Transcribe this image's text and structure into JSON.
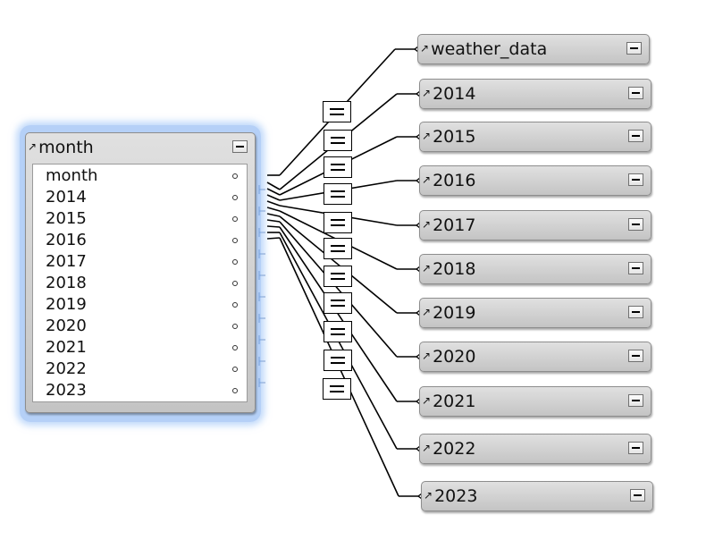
{
  "source_table": {
    "name": "month",
    "fields": [
      "month",
      "2014",
      "2015",
      "2016",
      "2017",
      "2018",
      "2019",
      "2020",
      "2021",
      "2022",
      "2023"
    ]
  },
  "related_tables": [
    "weather_data",
    "2014",
    "2015",
    "2016",
    "2017",
    "2018",
    "2019",
    "2020",
    "2021",
    "2022",
    "2023"
  ],
  "relationship_operator": "=",
  "icons": {
    "alias": "alias-arrow-icon",
    "collapse": "collapse-icon",
    "field_marker": "field-dot-icon",
    "operator": "equals-operator-icon"
  },
  "colors": {
    "selection_halo": "#8cb9f5",
    "table_header": "#d2d2d2",
    "wire": "#000000",
    "canvas": "#ffffff"
  }
}
